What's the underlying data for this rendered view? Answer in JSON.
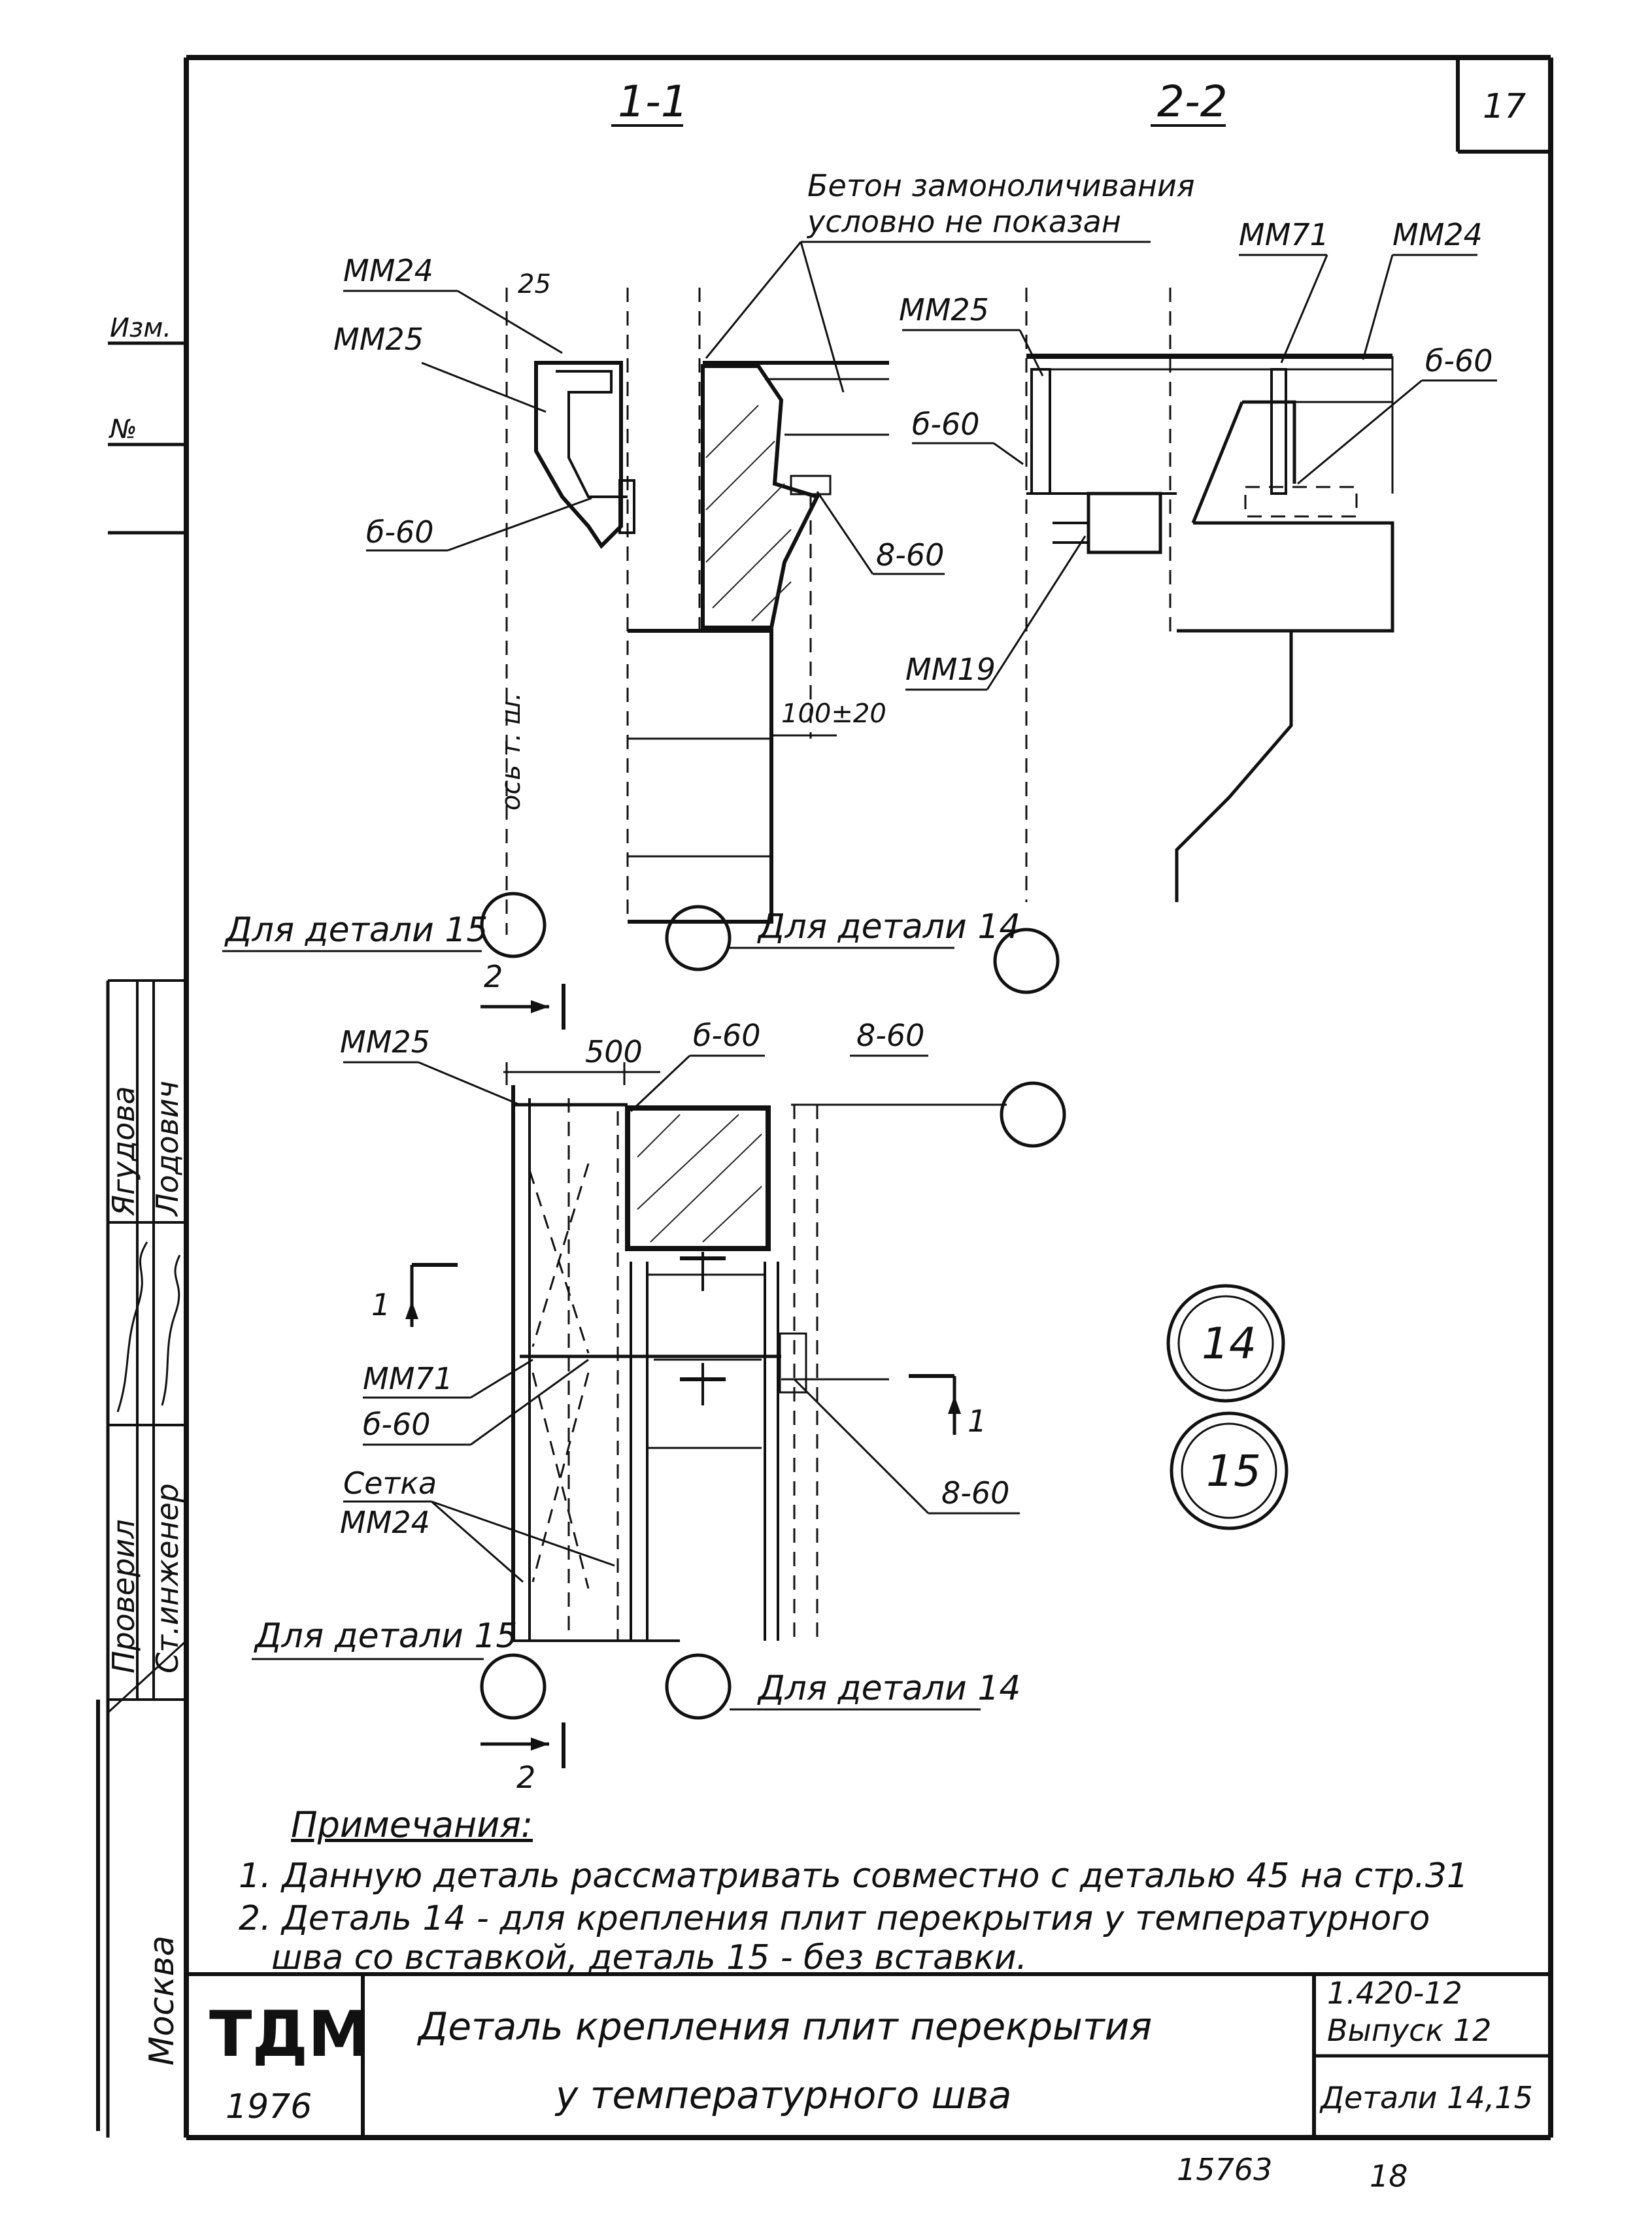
{
  "sheet": {
    "number": "17",
    "section_1": "1-1",
    "section_2": "2-2",
    "concrete_note_1": "Бетон замоноличивания",
    "concrete_note_2": "условно не показан",
    "axis_label": "ось т. ш.",
    "dimension_25": "25",
    "dimension_100": "100±20",
    "dimension_500": "500"
  },
  "labels": {
    "mm24_left": "ММ24",
    "mm25_left": "ММ25",
    "b60_left": "б-60",
    "mm25_mid": "ММ25",
    "b60_mid": "б-60",
    "v60_mid": "8-60",
    "mm19": "ММ19",
    "mm71_top": "ММ71",
    "mm24_right": "ММ24",
    "b60_right": "б-60",
    "plan_mm25": "ММ25",
    "plan_b60_top": "б-60",
    "plan_v60_top": "8-60",
    "plan_mm71": "ММ71",
    "plan_b60": "б-60",
    "setka": "Сетка",
    "setka_mm24": "ММ24",
    "plan_v60": "8-60",
    "cut_2_top": "2",
    "cut_1_left": "1",
    "cut_1_right": "1",
    "cut_2_bottom": "2"
  },
  "detail_refs": {
    "for_15_top": "Для детали 15",
    "for_14_top": "Для детали 14",
    "for_15_bottom": "Для детали 15",
    "for_14_bottom": "Для детали 14",
    "marker_14": "14",
    "marker_15": "15"
  },
  "notes": {
    "heading": "Примечания:",
    "line_1": "1. Данную деталь рассматривать совместно с деталью 45 на стр.31",
    "line_2": "2. Деталь 14 - для крепления плит перекрытия у температурного",
    "line_3": "шва со вставкой, деталь 15 - без вставки."
  },
  "side_panel": {
    "role_1": "Проверил",
    "role_2": "Ст.инженер",
    "name_1": "Ягудова",
    "name_2": "Лодович",
    "city": "Москва",
    "margin_1": "Изм.",
    "margin_2": "№"
  },
  "title_block": {
    "org": "ТДМ",
    "year": "1976",
    "title_line_1": "Деталь крепления плит перекрытия",
    "title_line_2": "у температурного шва",
    "series": "1.420-12",
    "issue": "Выпуск 12",
    "details": "Детали 14,15",
    "inventory": "15763",
    "page": "18"
  }
}
